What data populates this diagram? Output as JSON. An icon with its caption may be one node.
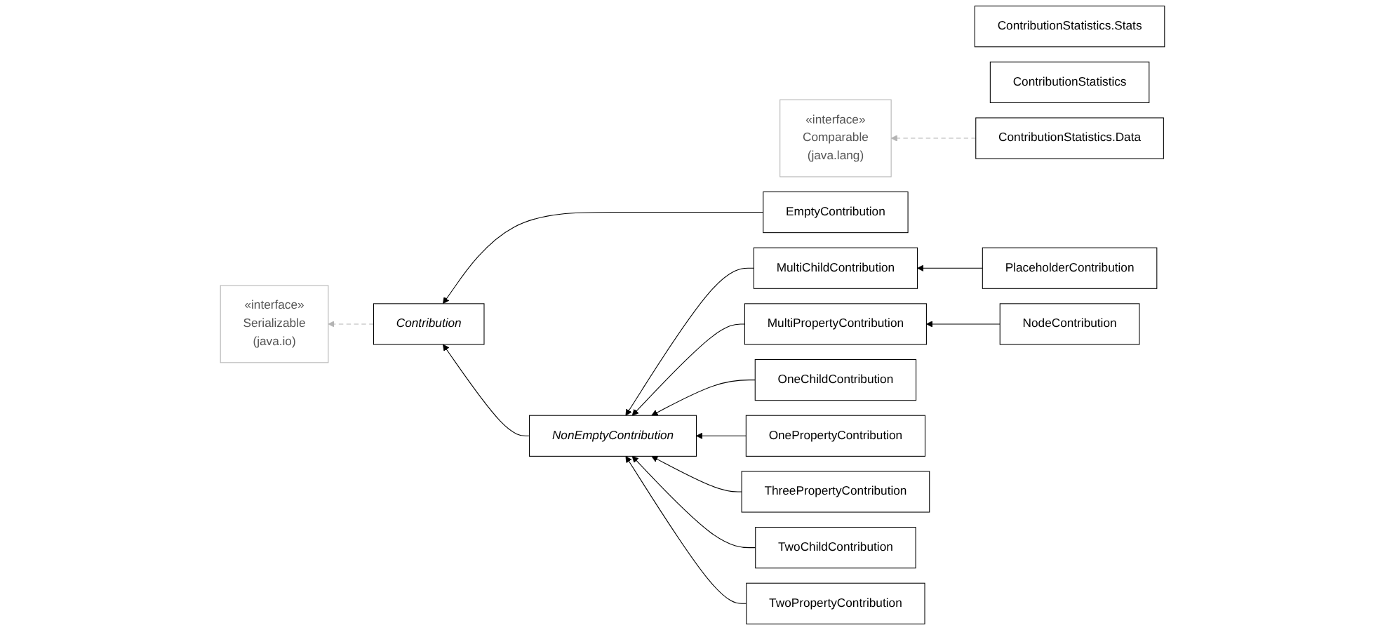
{
  "diagram": {
    "nodes": [
      {
        "text": [
          "ContributionStatistics.Stats"
        ]
      },
      {
        "text": [
          "ContributionStatistics"
        ]
      },
      {
        "text": [
          "«interface»",
          "Comparable",
          "(java.lang)"
        ]
      },
      {
        "text": [
          "ContributionStatistics.Data"
        ]
      },
      {
        "text": [
          "«interface»",
          "Serializable",
          "(java.io)"
        ]
      },
      {
        "text": [
          "Contribution"
        ]
      },
      {
        "text": [
          "EmptyContribution"
        ]
      },
      {
        "text": [
          "NonEmptyContribution"
        ]
      },
      {
        "text": [
          "MultiChildContribution"
        ]
      },
      {
        "text": [
          "PlaceholderContribution"
        ]
      },
      {
        "text": [
          "MultiPropertyContribution"
        ]
      },
      {
        "text": [
          "NodeContribution"
        ]
      },
      {
        "text": [
          "OneChildContribution"
        ]
      },
      {
        "text": [
          "OnePropertyContribution"
        ]
      },
      {
        "text": [
          "ThreePropertyContribution"
        ]
      },
      {
        "text": [
          "TwoChildContribution"
        ]
      },
      {
        "text": [
          "TwoPropertyContribution"
        ]
      }
    ],
    "edges": [
      {
        "from": 3,
        "to": 2,
        "arrow": "to",
        "style": "dashed",
        "color": "#b4b4b4"
      },
      {
        "from": 5,
        "to": 4,
        "arrow": "to",
        "style": "dashed",
        "color": "#b4b4b4"
      },
      {
        "from": 6,
        "to": 5,
        "arrow": "to"
      },
      {
        "from": 7,
        "to": 5,
        "arrow": "to"
      },
      {
        "from": 8,
        "to": 7,
        "arrow": "to"
      },
      {
        "from": 9,
        "to": 8,
        "arrow": "to"
      },
      {
        "from": 10,
        "to": 7,
        "arrow": "to"
      },
      {
        "from": 11,
        "to": 10,
        "arrow": "to"
      },
      {
        "from": 12,
        "to": 7,
        "arrow": "to"
      },
      {
        "from": 13,
        "to": 7,
        "arrow": "to"
      },
      {
        "from": 14,
        "to": 7,
        "arrow": "to"
      },
      {
        "from": 15,
        "to": 7,
        "arrow": "to"
      },
      {
        "from": 16,
        "to": 7,
        "arrow": "to"
      }
    ]
  }
}
